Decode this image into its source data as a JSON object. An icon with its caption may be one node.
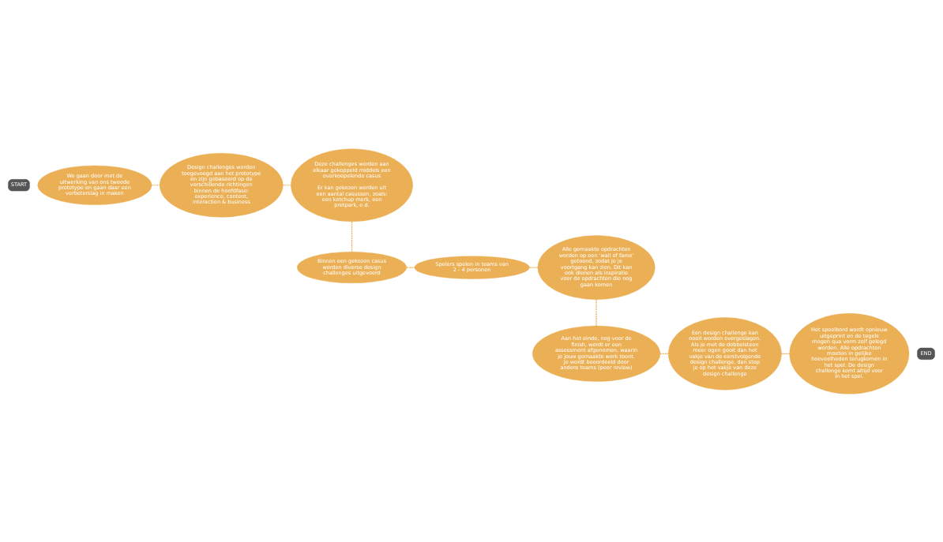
{
  "diagram": {
    "nodes": [
      {
        "text": [
          "START"
        ]
      },
      {
        "text": [
          "We gaan door met de uitwerking van ons tweede prototype en gaan daar een verbeterslag in maken"
        ]
      },
      {
        "text": [
          "Design challenges worden toegevoegd aan het prototype en zijn gebaseerd op de verschillende richtingen binnen de hoofdfase: experience, content, interaction & business"
        ]
      },
      {
        "text": [
          "Deze challenges worden aan elkaar gekoppeld middels een overkoepelende casus",
          "Er kan gekozen worden uit een aantal casussen, zoals: een ketchup merk, een pretpark, e.d."
        ]
      },
      {
        "text": [
          "Binnen een gekozen casus worden diverse design challenges uitgevoerd"
        ]
      },
      {
        "text": [
          "Spelers spelen in teams van 2 - 4 personen"
        ]
      },
      {
        "text": [
          "Alle gemaakte opdrachten worden op een 'wall of fame' getoond, zodat je je voortgang kan zien. Dit kan ook dienen als inspiratie voor de opdrachten die nog gaan komen"
        ]
      },
      {
        "text": [
          "Aan het einde, nog voor de finish, wordt er een assessment afgenomen, waarin je jouw gemaakte werk toont. Je wordt beoordeeld door andere teams (peer review)"
        ]
      },
      {
        "text": [
          "Een design challenge kan nooit worden overgeslagen. Als je met de dobbelsteen meer ogen gooit dan het vakje van de eerstvolgende design challenge, dan stop je op het vakje van deze design challenge"
        ]
      },
      {
        "text": [
          "Het speelbord wordt opnieuw uitgeprint en de tegels mogen qua vorm zelf gelegd worden. Alle opdrachten moeten in gelijke hoeveelheden terugkomen in het spel. De design challenge komt altijd voor in het spel."
        ]
      },
      {
        "text": [
          "END"
        ]
      }
    ],
    "edges": [
      {
        "from": 1,
        "to": 2,
        "arrow": "none",
        "style": "dashed"
      },
      {
        "from": 2,
        "to": 3,
        "arrow": "none",
        "style": "dashed"
      },
      {
        "from": 3,
        "to": 4,
        "arrow": "none",
        "style": "dashed"
      },
      {
        "from": 4,
        "to": 5,
        "arrow": "none",
        "style": "dashed"
      },
      {
        "from": 5,
        "to": 6,
        "arrow": "none",
        "style": "dashed"
      },
      {
        "from": 6,
        "to": 7,
        "arrow": "none",
        "style": "dashed"
      },
      {
        "from": 7,
        "to": 8,
        "arrow": "none",
        "style": "dashed"
      },
      {
        "from": 8,
        "to": 9,
        "arrow": "none",
        "style": "dashed"
      }
    ]
  }
}
